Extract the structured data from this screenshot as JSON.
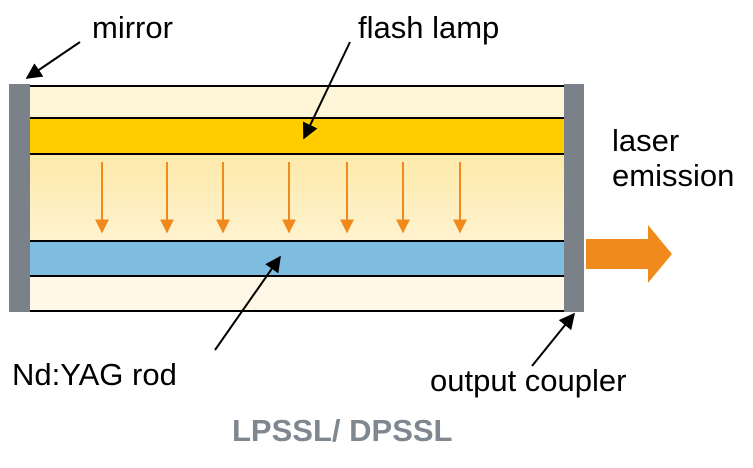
{
  "labels": {
    "mirror": "mirror",
    "flash_lamp": "flash lamp",
    "laser_emission_line1": "laser",
    "laser_emission_line2": "emission",
    "rod": "Nd:YAG rod",
    "output_coupler": "output coupler"
  },
  "caption": "LPSSL/ DPSSL",
  "colors": {
    "cavity_background": "#fdf1c4",
    "flash_lamp": "#ffcc00",
    "rod": "#7ebde0",
    "mirror": "#7a8188",
    "pump_arrows": "#f08a1c",
    "emission_arrow": "#f08a1c",
    "caption": "#7f8890"
  },
  "pump_arrow_count": 7
}
